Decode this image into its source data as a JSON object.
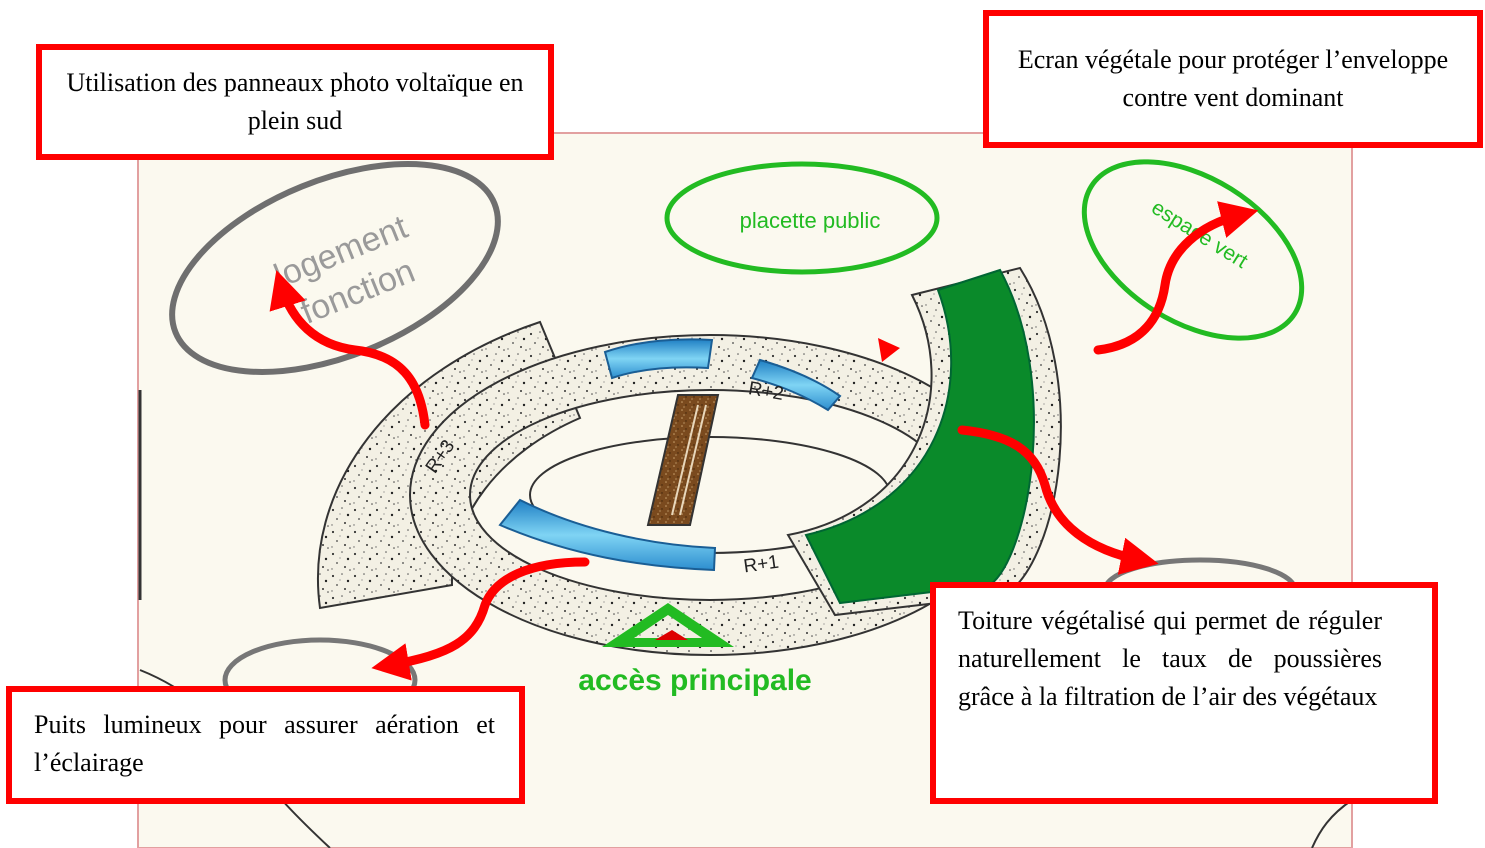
{
  "callouts": {
    "panneaux": "Utilisation des panneaux photo voltaïque en plein sud",
    "ecran": "Ecran végétale pour protéger l’enveloppe contre vent dominant",
    "toiture": "Toiture végétalisé qui permet de réguler naturellement le taux de poussières grâce à la filtration de l’air des végétaux",
    "puits": "Puits lumineux pour assurer aération et l’éclairage"
  },
  "plan_labels": {
    "logement": "logement",
    "fonction": "fonction",
    "placette": "placette public",
    "espace_vert": "espace vert",
    "r3": "R+3",
    "r2": "R+2",
    "r1": "R+1",
    "acces": "accès principale"
  },
  "colors": {
    "callout_border": "#ff0000",
    "arrow": "#ff0000",
    "green_roof": "#0a8a2a",
    "green_outline": "#22bb22",
    "skylight": "#39a8e0",
    "plan_background": "#fbf9ef",
    "corridor": "#7a4a1e"
  }
}
